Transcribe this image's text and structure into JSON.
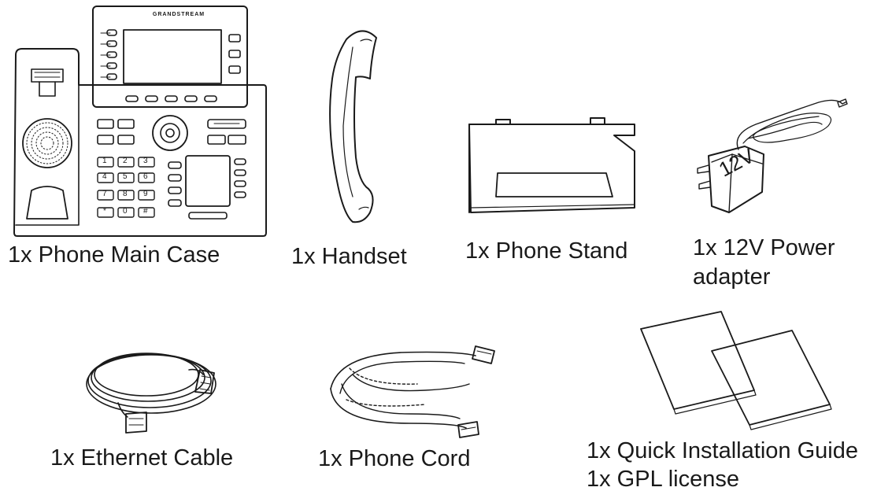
{
  "brand": "GRANDSTREAM",
  "adapter_marking": "12V",
  "items": [
    {
      "id": "main-case",
      "label": "1x Phone Main Case"
    },
    {
      "id": "handset",
      "label": "1x Handset"
    },
    {
      "id": "stand",
      "label": "1x Phone Stand"
    },
    {
      "id": "power-adapter",
      "label_line1": "1x 12V Power",
      "label_line2": "adapter"
    },
    {
      "id": "ethernet-cable",
      "label": "1x Ethernet Cable"
    },
    {
      "id": "phone-cord",
      "label": "1x Phone Cord"
    },
    {
      "id": "docs",
      "label_line1": "1x Quick Installation Guide",
      "label_line2": "1x GPL license"
    }
  ],
  "keypad": [
    "1",
    "2",
    "3",
    "4",
    "5",
    "6",
    "7",
    "8",
    "9",
    "*",
    "0",
    "#"
  ]
}
